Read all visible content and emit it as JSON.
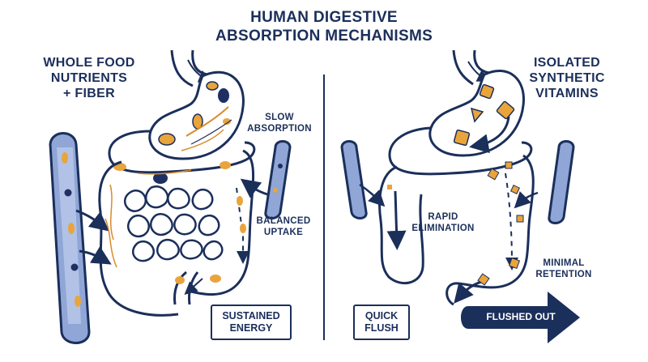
{
  "title": "HUMAN DIGESTIVE\nABSORPTION MECHANISMS",
  "left_panel": {
    "label": "WHOLE FOOD\nNUTRIENTS\n+ FIBER",
    "annotation_slow": "SLOW\nABSORPTION",
    "annotation_balanced": "BALANCED\nUPTAKE",
    "box": "SUSTAINED\nENERGY"
  },
  "right_panel": {
    "label": "ISOLATED\nSYNTHETIC\nVITAMINS",
    "annotation_rapid": "RAPID\nELIMINATION",
    "annotation_minimal": "MINIMAL\nRETENTION",
    "box": "QUICK\nFLUSH",
    "arrow_label": "FLUSHED OUT"
  },
  "colors": {
    "outline": "#1b2f5b",
    "nutrient_orange": "#e9a43c",
    "fiber_orange": "#d98b2b",
    "dark_nutrient": "#1f2f63",
    "vessel_blue": "#8fa6d6",
    "vessel_light": "#c9d6f0"
  }
}
